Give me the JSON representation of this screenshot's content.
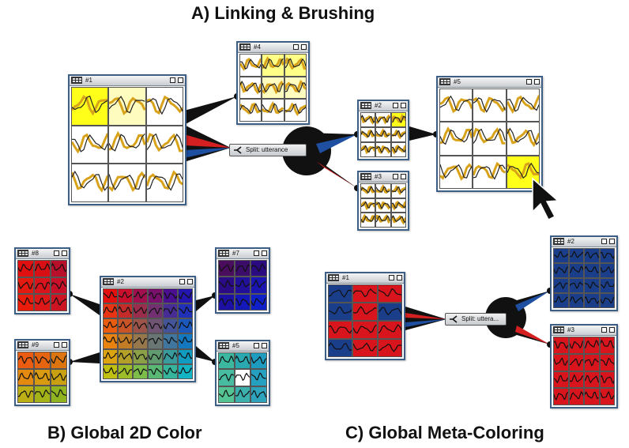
{
  "headings": {
    "a": "A) Linking & Brushing",
    "b": "B) Global 2D Color",
    "c": "C) Global Meta-Coloring"
  },
  "split_nodes": {
    "a": "Split: utterance",
    "c": "Split: uttera..."
  },
  "icons": [
    "grid-icon",
    "pop-out-icon",
    "detach-icon",
    "split-icon",
    "mouse-pointer-icon"
  ],
  "panels": [
    {
      "id": "a1",
      "title": "#1",
      "cells": [
        "#ffff1a",
        "#fffcc0",
        "#ffffff",
        "#ffffff",
        "#ffffff",
        "#ffffff",
        "#ffffff",
        "#ffffff",
        "#ffffff"
      ],
      "line": "#222",
      "trace": "#d9a21b"
    },
    {
      "id": "a4",
      "title": "#4",
      "cells": [
        "#ffffff",
        "#ffff88",
        "#ffff88",
        "#ffffff",
        "#fffcc0",
        "#fffcc0",
        "#ffffff",
        "#ffffff",
        "#ffffff"
      ],
      "line": "#222",
      "trace": "#d9a21b"
    },
    {
      "id": "a2",
      "title": "#2",
      "cells": [
        "#ffffff",
        "#ffffff",
        "#ffff1a",
        "#ffffff",
        "#ffffff",
        "#ffffff",
        "#ffffff",
        "#ffffff",
        "#ffffff"
      ],
      "line": "#222",
      "trace": "#d9a21b"
    },
    {
      "id": "a3",
      "title": "#3",
      "cells": [
        "#ffffff",
        "#ffffff",
        "#ffffff",
        "#ffffff",
        "#ffffff",
        "#ffffff",
        "#ffffff",
        "#ffffff",
        "#ffffff"
      ],
      "line": "#222",
      "trace": "#d9a21b"
    },
    {
      "id": "a5",
      "title": "#5",
      "cells": [
        "#ffffff",
        "#ffffff",
        "#ffffff",
        "#ffffff",
        "#ffffff",
        "#ffffff",
        "#ffffff",
        "#ffffff",
        "#ffff1a"
      ],
      "line": "#222",
      "trace": "#d9a21b"
    },
    {
      "id": "b8",
      "title": "#8",
      "cells": [
        "#e01010",
        "#d80f14",
        "#b8102a",
        "#e41a10",
        "#d8141c",
        "#c81028",
        "#ea1c0c",
        "#dc1818",
        "#cc1422"
      ],
      "line": "#111",
      "trace": ""
    },
    {
      "id": "b7",
      "title": "#7",
      "cells": [
        "#4a0c5c",
        "#3c0c6a",
        "#2a0c80",
        "#2c0c86",
        "#22109a",
        "#1a14b0",
        "#1c10a4",
        "#1418b8",
        "#1020c8"
      ],
      "line": "#111",
      "trace": ""
    },
    {
      "id": "b2",
      "title": "#2",
      "cells": [
        "#e41010",
        "#c8102c",
        "#a0104e",
        "#78106c",
        "#4a0e90",
        "#2414b0",
        "#e83412",
        "#c42c2a",
        "#9a2c4c",
        "#723070",
        "#462c94",
        "#2030b8",
        "#ea5c10",
        "#c85428",
        "#9c544a",
        "#705474",
        "#445498",
        "#1c58bc",
        "#e88210",
        "#c27c26",
        "#96784c",
        "#6a7674",
        "#40769e",
        "#1478c0",
        "#dca410",
        "#b4a028",
        "#8ca048",
        "#609c70",
        "#389c9c",
        "#109cc0",
        "#c0c010",
        "#9cbc28",
        "#7cbc48",
        "#58b874",
        "#36b49c",
        "#14b4c4"
      ],
      "line": "#111",
      "trace": ""
    },
    {
      "id": "b9",
      "title": "#9",
      "cells": [
        "#ec5c10",
        "#e46410",
        "#dc7410",
        "#e48a10",
        "#d89a10",
        "#c8a012",
        "#bcb014",
        "#a4b418",
        "#90b420"
      ],
      "line": "#111",
      "trace": ""
    },
    {
      "id": "b5",
      "title": "#5",
      "cells": [
        "#3cb8a0",
        "#2aa8b0",
        "#1e9cc0",
        "#48bca0",
        "#ffffff",
        "#26a0c0",
        "#54c494",
        "#3cb0ac",
        "#2ea4bc"
      ],
      "line": "#111",
      "trace": ""
    },
    {
      "id": "c1",
      "title": "#1",
      "cells": [
        "#1a3e8a",
        "#d8141c",
        "#d8141c",
        "#1a3e8a",
        "#d8141c",
        "#1a3e8a",
        "#d8141c",
        "#d8141c",
        "#d8141c",
        "#1a3e8a",
        "#d8141c",
        "#d8141c"
      ],
      "line": "#111",
      "trace": ""
    },
    {
      "id": "c2",
      "title": "#2",
      "cells": [
        "#1a3e8a",
        "#1a3e8a",
        "#1a3e8a",
        "#1a3e8a",
        "#1a3e8a",
        "#1a3e8a",
        "#1a3e8a",
        "#1a3e8a",
        "#1a3e8a",
        "#1a3e8a",
        "#1a3e8a",
        "#1a3e8a",
        "#1a3e8a",
        "#1a3e8a",
        "#1a3e8a",
        "#1a3e8a"
      ],
      "line": "#111",
      "trace": ""
    },
    {
      "id": "c3",
      "title": "#3",
      "cells": [
        "#d8141c",
        "#d8141c",
        "#d8141c",
        "#d8141c",
        "#d8141c",
        "#d8141c",
        "#d8141c",
        "#d8141c",
        "#d8141c",
        "#d8141c",
        "#d8141c",
        "#d8141c",
        "#d8141c",
        "#d8141c",
        "#d8141c",
        "#d8141c"
      ],
      "line": "#111",
      "trace": ""
    }
  ]
}
